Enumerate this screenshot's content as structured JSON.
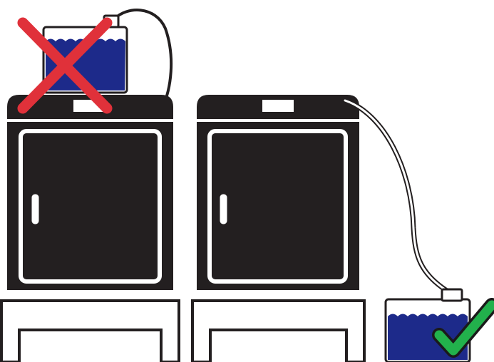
{
  "colors": {
    "cabinet": "#231f20",
    "outline": "#ffffff",
    "tank_water": "#1d2a8a",
    "tank_body": "#ffffff",
    "tube": "#231f20",
    "incorrect_mark": "#e0313a",
    "correct_mark": "#22b14c",
    "background": "#ffffff"
  },
  "panels": [
    {
      "id": "incorrect",
      "status": "incorrect",
      "tank_position": "on-top-of-cabinet",
      "mark_icon": "red-x-icon"
    },
    {
      "id": "correct",
      "status": "correct",
      "tank_position": "on-floor-beside-cabinet",
      "mark_icon": "green-check-icon"
    }
  ]
}
